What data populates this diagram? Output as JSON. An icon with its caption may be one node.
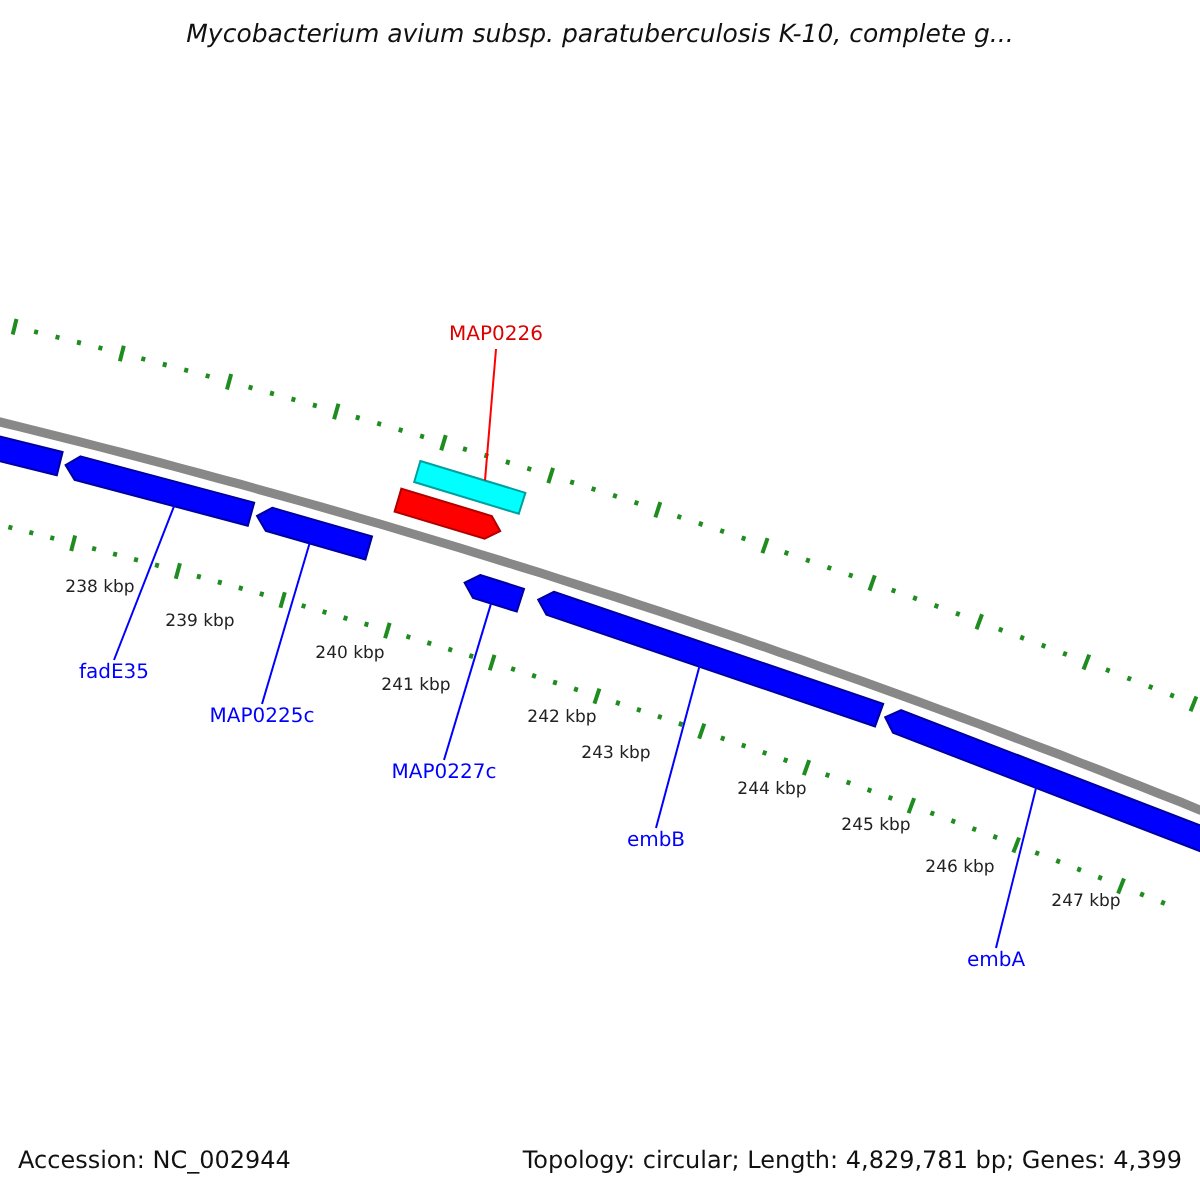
{
  "diagram": {
    "title": "Mycobacterium avium subsp. paratuberculosis K-10, complete g...",
    "nodes": [
      {
        "text": [
          "MAP0226"
        ]
      },
      {
        "text": [],
        "shape": "bar"
      },
      {
        "text": [],
        "shape": "arrow"
      },
      {
        "text": [],
        "shape": "arrow"
      },
      {
        "text": [],
        "shape": "arrow"
      },
      {
        "text": [],
        "shape": "arrow"
      },
      {
        "text": [],
        "shape": "arrow"
      },
      {
        "text": [],
        "shape": "arrow"
      },
      {
        "text": [],
        "shape": "arrow"
      },
      {
        "text": [
          "fadE35"
        ]
      },
      {
        "text": [
          "MAP0225c"
        ]
      },
      {
        "text": [
          "MAP0227c"
        ]
      },
      {
        "text": [
          "embB"
        ]
      },
      {
        "text": [
          "embA"
        ]
      }
    ],
    "edges": [
      {
        "from": 0,
        "to": 1,
        "arrow": "none",
        "color": "#ff0000"
      },
      {
        "from": 9,
        "to": 4,
        "arrow": "none"
      },
      {
        "from": 10,
        "to": 5,
        "arrow": "none"
      },
      {
        "from": 11,
        "to": 6,
        "arrow": "none"
      },
      {
        "from": 12,
        "to": 7,
        "arrow": "none"
      },
      {
        "from": 13,
        "to": 8,
        "arrow": "none"
      }
    ],
    "labels": [
      "238 kbp",
      "239 kbp",
      "240 kbp",
      "241 kbp",
      "242 kbp",
      "243 kbp",
      "244 kbp",
      "245 kbp",
      "246 kbp",
      "247 kbp",
      "Accession: NC_002944",
      "Topology: circular; Length: 4,829,781 bp; Genes: 4,399"
    ]
  }
}
